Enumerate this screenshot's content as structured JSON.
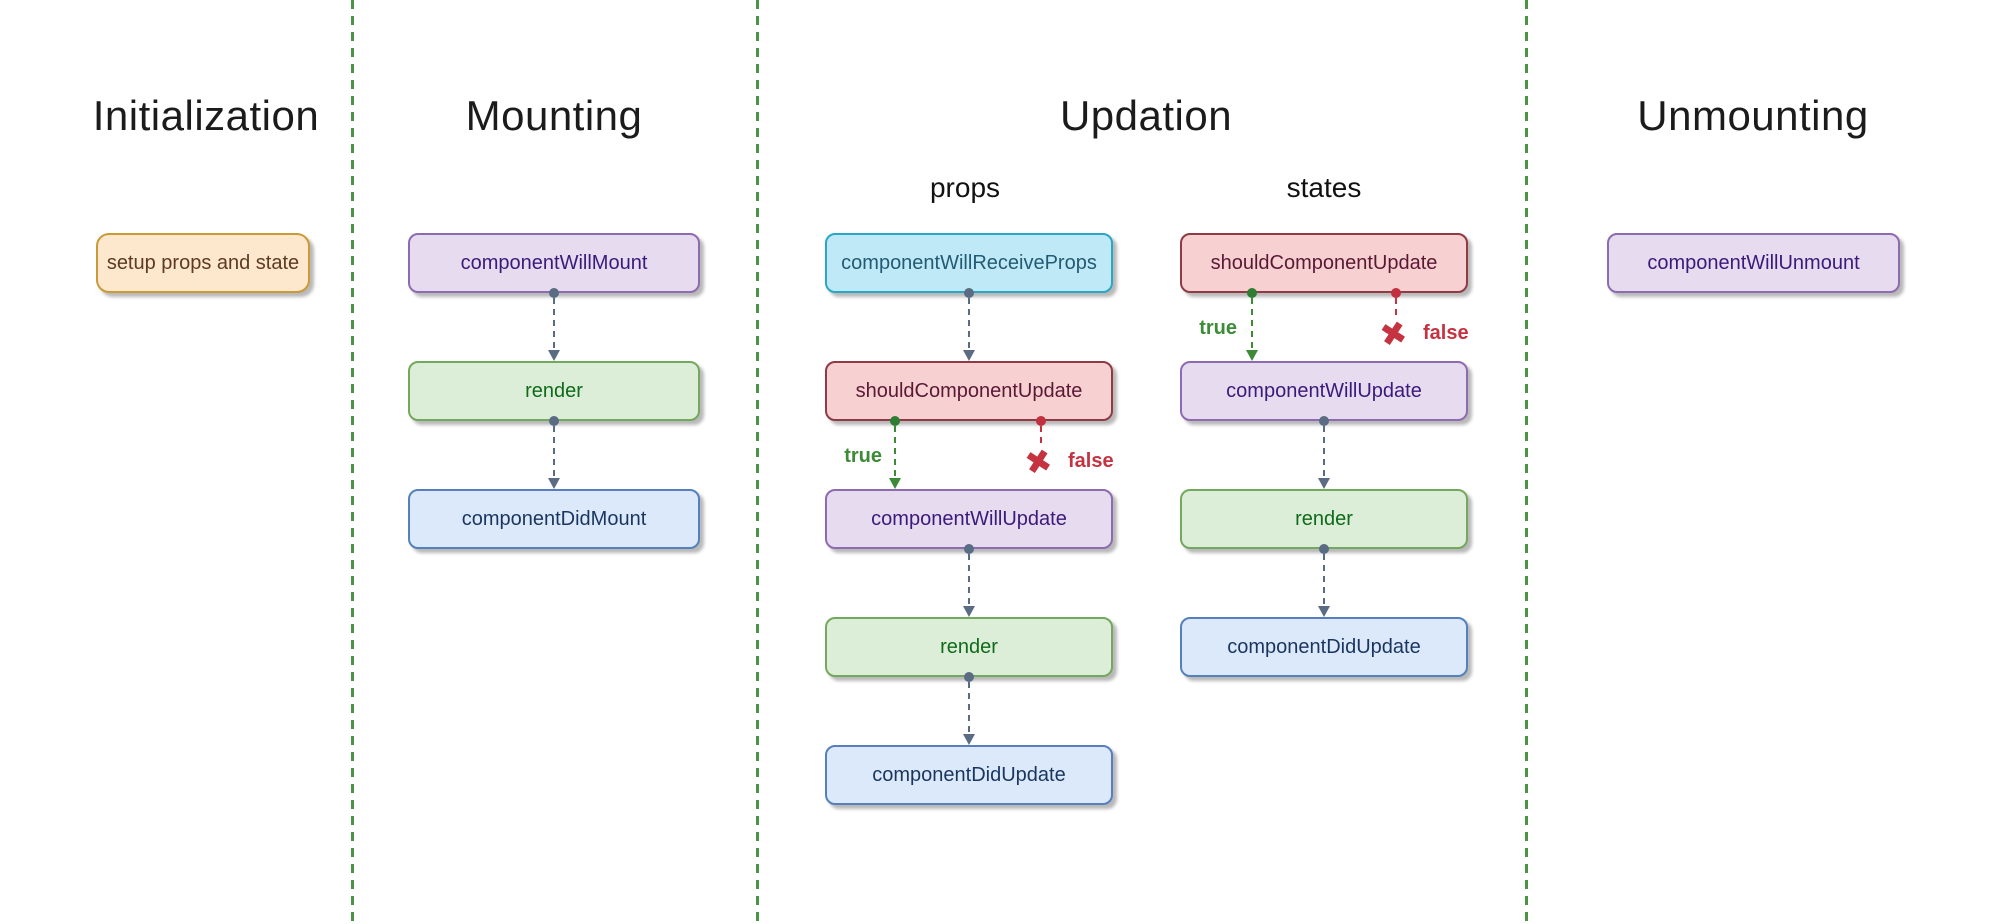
{
  "columns": {
    "initialization": {
      "title": "Initialization",
      "boxes": [
        {
          "label": "setup props and state",
          "color": "orange"
        }
      ]
    },
    "mounting": {
      "title": "Mounting",
      "boxes": [
        {
          "label": "componentWillMount",
          "color": "purple"
        },
        {
          "label": "render",
          "color": "green"
        },
        {
          "label": "componentDidMount",
          "color": "blue"
        }
      ]
    },
    "updation": {
      "title": "Updation",
      "props": {
        "header": "props",
        "boxes": [
          {
            "label": "componentWillReceiveProps",
            "color": "cyan"
          },
          {
            "label": "shouldComponentUpdate",
            "color": "red"
          },
          {
            "label": "componentWillUpdate",
            "color": "purple"
          },
          {
            "label": "render",
            "color": "green"
          },
          {
            "label": "componentDidUpdate",
            "color": "blue"
          }
        ]
      },
      "states": {
        "header": "states",
        "boxes": [
          {
            "label": "shouldComponentUpdate",
            "color": "red"
          },
          {
            "label": "componentWillUpdate",
            "color": "purple"
          },
          {
            "label": "render",
            "color": "green"
          },
          {
            "label": "componentDidUpdate",
            "color": "blue"
          }
        ]
      },
      "branch": {
        "true_label": "true",
        "false_label": "false"
      }
    },
    "unmounting": {
      "title": "Unmounting",
      "boxes": [
        {
          "label": "componentWillUnmount",
          "color": "purple"
        }
      ]
    }
  },
  "icons": {
    "x_mark": "✖"
  },
  "colors": {
    "separator_green": "#4b9447",
    "arrow_slate": "#5a6b84",
    "branch_true_green": "#3d8b37",
    "branch_false_red": "#c53240",
    "box_orange_fill": "#fde7cd",
    "box_orange_border": "#c89b38",
    "box_purple_fill": "#e6dbef",
    "box_purple_border": "#8e6bb0",
    "box_green_fill": "#dcedd8",
    "box_green_border": "#74a85e",
    "box_blue_fill": "#dce9fb",
    "box_blue_border": "#5580bd",
    "box_cyan_fill": "#bfe9f6",
    "box_cyan_border": "#2aa7c4",
    "box_red_fill": "#f7d1d1",
    "box_red_border": "#8f3a45"
  }
}
